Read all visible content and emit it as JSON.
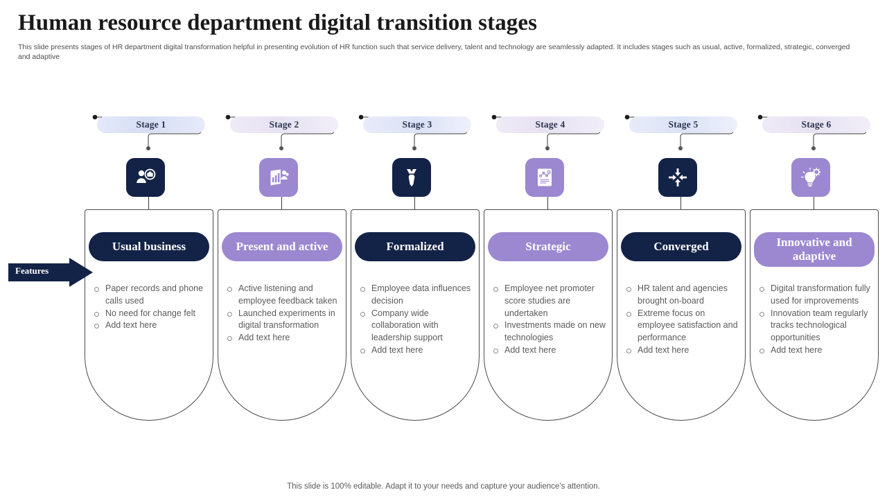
{
  "header": {
    "title": "Human resource department digital transition stages",
    "subtitle": "This slide presents stages of HR department digital transformation helpful in presenting evolution of HR function such that service delivery, talent and technology are seamlessly adapted. It includes stages such as usual, active, formalized, strategic, converged and adaptive"
  },
  "features": {
    "label": "Features"
  },
  "footer": {
    "note": "This slide is 100% editable. Adapt it to your needs and capture your audience’s attention."
  },
  "colors": {
    "navy": "#132247",
    "purple": "#9b88d0",
    "pill_blue": "#dde2f5",
    "pill_lavender": "#eae6f4",
    "body_text": "#5b5b5b",
    "outline": "#4a4a4a"
  },
  "stages": [
    {
      "stage_label": "Stage 1",
      "pill_variant": "a",
      "icon": "person-briefcase-icon",
      "tile_color": "navy",
      "title": "Usual business",
      "title_color": "navy",
      "bullets": [
        "Paper records and phone calls used",
        "No need for change felt",
        "Add text here"
      ]
    },
    {
      "stage_label": "Stage 2",
      "pill_variant": "b",
      "icon": "chart-document-people-icon",
      "tile_color": "purple",
      "title": "Present and active",
      "title_color": "purple",
      "bullets": [
        "Active listening and employee feedback taken",
        "Launched experiments in digital transformation",
        "Add text here"
      ]
    },
    {
      "stage_label": "Stage 3",
      "pill_variant": "c",
      "icon": "necktie-icon",
      "tile_color": "navy",
      "title": "Formalized",
      "title_color": "navy",
      "bullets": [
        "Employee data influences decision",
        "Company wide collaboration with leadership support",
        "Add text here"
      ]
    },
    {
      "stage_label": "Stage 4",
      "pill_variant": "b",
      "icon": "strategy-document-icon",
      "tile_color": "purple",
      "title": "Strategic",
      "title_color": "purple",
      "bullets": [
        "Employee net promoter score studies are undertaken",
        "Investments made on new technologies",
        "Add text here"
      ]
    },
    {
      "stage_label": "Stage 5",
      "pill_variant": "c",
      "icon": "converging-arrows-icon",
      "tile_color": "navy",
      "title": "Converged",
      "title_color": "navy",
      "bullets": [
        "HR talent and agencies brought on-board",
        "Extreme focus on employee satisfaction and performance",
        "Add text here"
      ]
    },
    {
      "stage_label": "Stage 6",
      "pill_variant": "b",
      "icon": "lightbulb-gear-icon",
      "tile_color": "purple",
      "title": "Innovative and adaptive",
      "title_color": "purple",
      "bullets": [
        "Digital transformation fully used for improvements",
        "Innovation team regularly tracks technological opportunities",
        "Add text here"
      ]
    }
  ]
}
